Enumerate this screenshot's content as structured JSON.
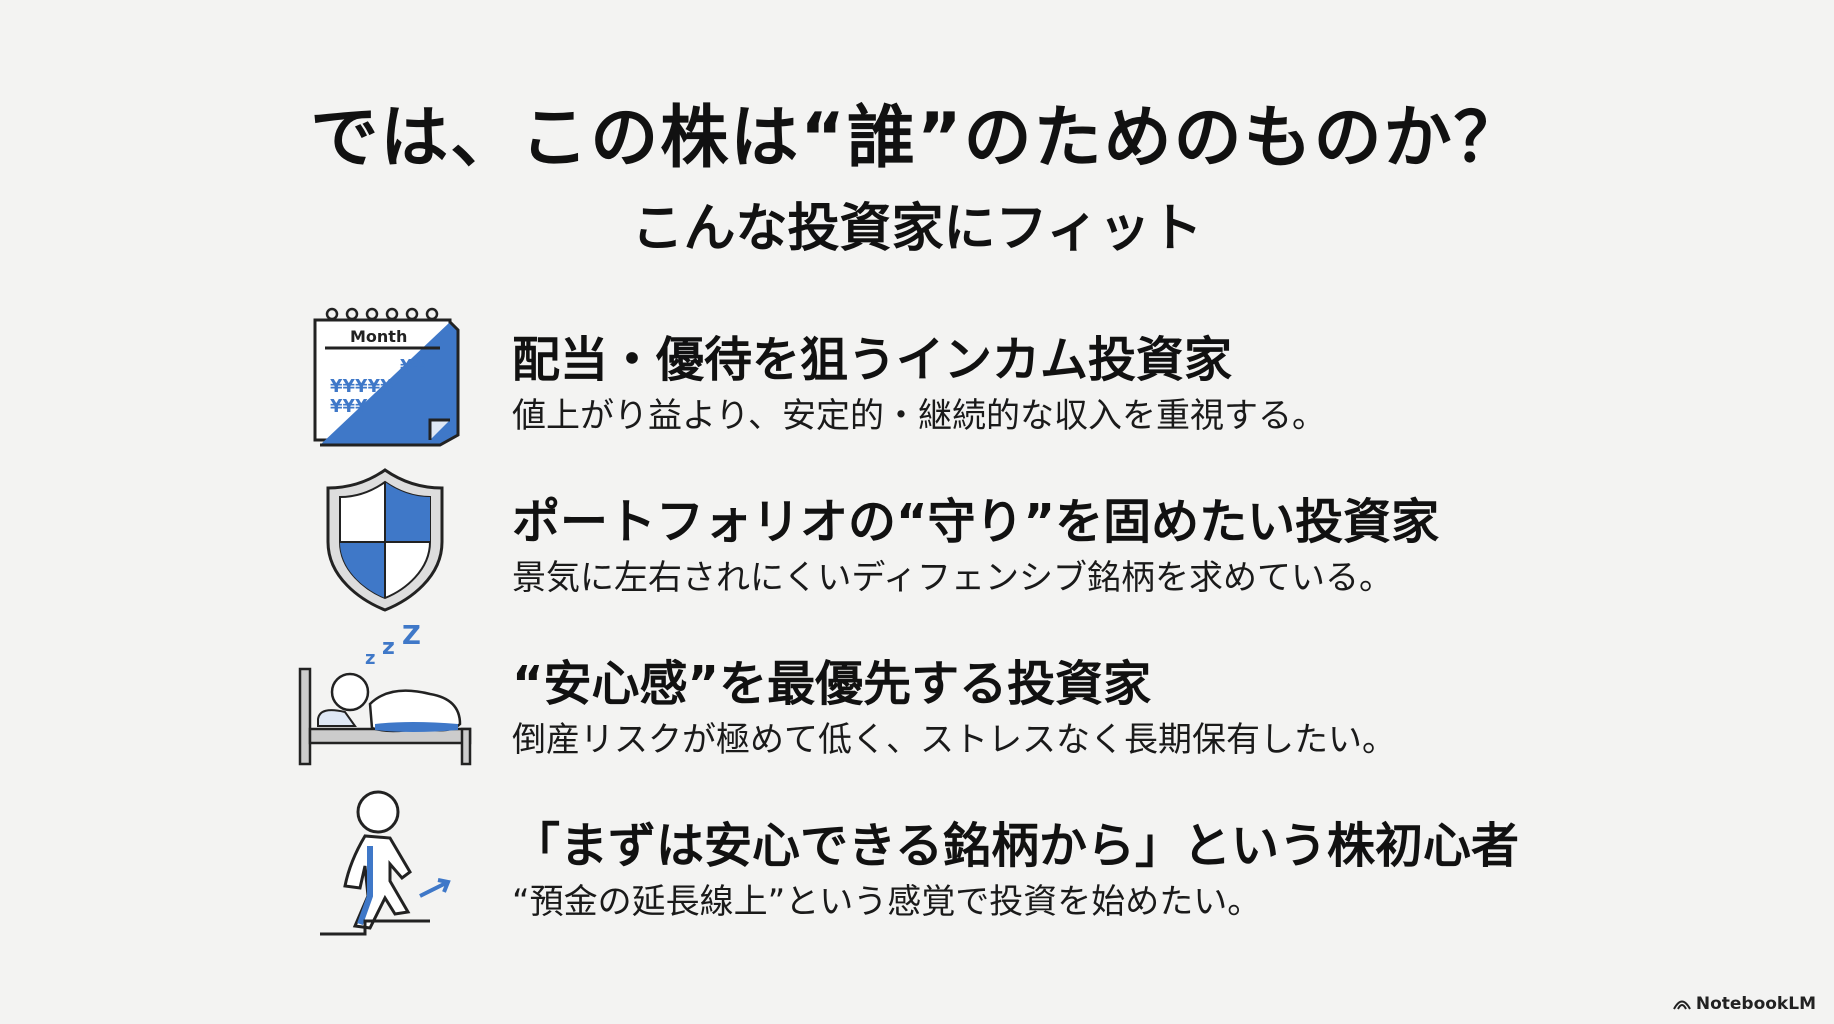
{
  "header": {
    "title": "では、この株は“誰”のためのものか？",
    "subtitle": "こんな投資家にフィット"
  },
  "items": [
    {
      "icon": "calendar-icon",
      "icon_text": "Month",
      "heading": "配当・優待を狙うインカム投資家",
      "description": "値上がり益より、安定的・継続的な収入を重視する。"
    },
    {
      "icon": "shield-icon",
      "heading": "ポートフォリオの“守り”を固めたい投資家",
      "description": "景気に左右されにくいディフェンシブ銘柄を求めている。"
    },
    {
      "icon": "sleeping-person-icon",
      "heading": "“安心感”を最優先する投資家",
      "description": "倒産リスクが極めて低く、ストレスなく長期保有したい。"
    },
    {
      "icon": "person-climbing-step-icon",
      "heading": "「まずは安心できる銘柄から」という株初心者",
      "description": "“預金の延長線上”という感覚で投資を始めたい。"
    }
  ],
  "footer": {
    "brand": "NotebookLM"
  },
  "colors": {
    "accent": "#3f78c8",
    "text": "#111111",
    "background": "#f3f3f2"
  }
}
